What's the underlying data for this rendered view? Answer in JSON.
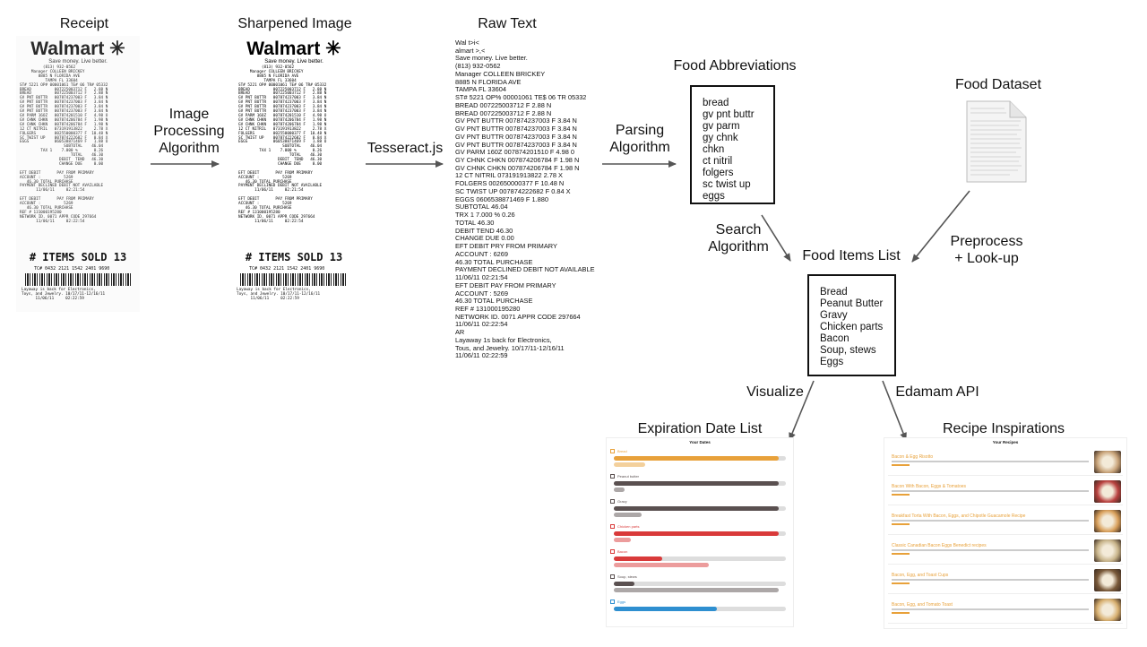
{
  "titles": {
    "receipt": "Receipt",
    "sharpened": "Sharpened Image",
    "raw_text": "Raw Text",
    "food_abbreviations": "Food Abbreviations",
    "food_dataset": "Food Dataset",
    "food_items_list": "Food Items List",
    "expiration_date_list": "Expiration Date List",
    "recipe_inspirations": "Recipe Inspirations"
  },
  "arrows": {
    "image_processing": [
      "Image",
      "Processing",
      "Algorithm"
    ],
    "tesseract": "Tesseract.js",
    "parsing": [
      "Parsing",
      "Algorithm"
    ],
    "search": [
      "Search",
      "Algorithm"
    ],
    "preprocess": [
      "Preprocess",
      "+ Look-up"
    ],
    "visualize": "Visualize",
    "edamam": "Edamam API"
  },
  "receipt": {
    "logo": "Walmart",
    "slogan": "Save money. Live better.",
    "items_sold": "# ITEMS SOLD 13"
  },
  "raw_text_lines": [
    "Wal t>i<",
    "almart >,<",
    "Save money. Live better.",
    "(813) 932-0562",
    "Manager COLLEEN BRICKEY",
    "8885 N FLORIDA AVE",
    "TAMPA FL 33604",
    "ST# 5221 OP% 00001061 TE$ 06 TR 05332",
    "BREAD 007225003712 F 2.88 N",
    "BREAD 007225003712 F 2.88 N",
    "GV PNT BUTTR 007874237003 F 3.84 N",
    "GV PNT BUTTR 007874237003 F 3.84 N",
    "GV PNT BUTTR 007874237003 F 3.84 N",
    "GV PNT BUTTR 007874237003 F 3.84 N",
    "GV PARM 160Z 007874201510 F 4.98 0",
    "GY CHNK CHKN 007874206784 F 1.98 N",
    "GV CHNK CHKN 007874206784 F 1.98 N",
    "12 CT NITRIL 073191913822 2.78 X",
    "FOLGERS 002650000377 F 10.48 N",
    "SC TWIST UP 007874222682 F 0.84 X",
    "EGGS 0606538871469 F 1.880",
    "SUBTOTAL 46.04",
    "TRX 1 7.000 % 0.26",
    "TOTAL 46.30",
    "DEBIT TEND 46.30",
    "CHANGE DUE 0.00",
    "EFT DEBIT PRY FROM PRIMARY",
    "ACCOUNT : 6269",
    "46.30 TOTAL PURCHASE",
    "PAYMENT DECLINED DEBIT NOT AVAILABLE",
    "11/06/11 02:21:54",
    "EFT DEBIT PAY FROM PRIMARY",
    "ACCOUNT : 5269",
    "46.30 TOTAL PURCHASE",
    "REF # 131000195280",
    "NETWORK ID. 0071 APPR CODE 297664",
    "11/06/11 02:22:54",
    "AR",
    "Layaway 1s back for Electronics,",
    "Tous, and Jewelry. 10/17/11-12/16/11",
    "11/06/11 02:22:59"
  ],
  "abbreviations": [
    "bread",
    "gv pnt buttr",
    "gv parm",
    "gy chnk chkn",
    "ct nitril",
    "folgers",
    "sc twist up",
    "eggs"
  ],
  "food_items": [
    "Bread",
    "Peanut Butter",
    "Gravy",
    "Chicken parts",
    "Bacon",
    "Soup, stews",
    "Eggs"
  ],
  "expiration_screen": {
    "header": "Your Dates",
    "rows": [
      {
        "name": "Bread",
        "color": "#e8a13a",
        "main": 0.96,
        "sub": 0.18
      },
      {
        "name": "Peanut butter",
        "color": "#5a5050",
        "main": 0.96,
        "sub": 0.06
      },
      {
        "name": "Gravy",
        "color": "#5a5050",
        "main": 0.96,
        "sub": 0.16
      },
      {
        "name": "Chicken parts",
        "color": "#d93a3a",
        "main": 0.96,
        "sub": 0.1
      },
      {
        "name": "Bacon",
        "color": "#d93a3a",
        "main": 0.28,
        "sub": 0.55
      },
      {
        "name": "Soup, stews",
        "color": "#5a5050",
        "main": 0.12,
        "sub": 0.96
      },
      {
        "name": "Eggs",
        "color": "#2e8fd0",
        "main": 0.6,
        "sub": 0.0
      }
    ]
  },
  "recipes_screen": {
    "header": "Your Recipes",
    "recipes": [
      "Bacon & Egg Risotto",
      "Bacon With Bacon, Eggs & Tomatoes",
      "Breakfast Torta With Bacon, Eggs, and Chipotle Guacamole Recipe",
      "Classic Canadian Bacon Eggs Benedict recipes",
      "Bacon, Egg, and Toast Cups",
      "Bacon, Egg, and Tomato Toast"
    ]
  }
}
